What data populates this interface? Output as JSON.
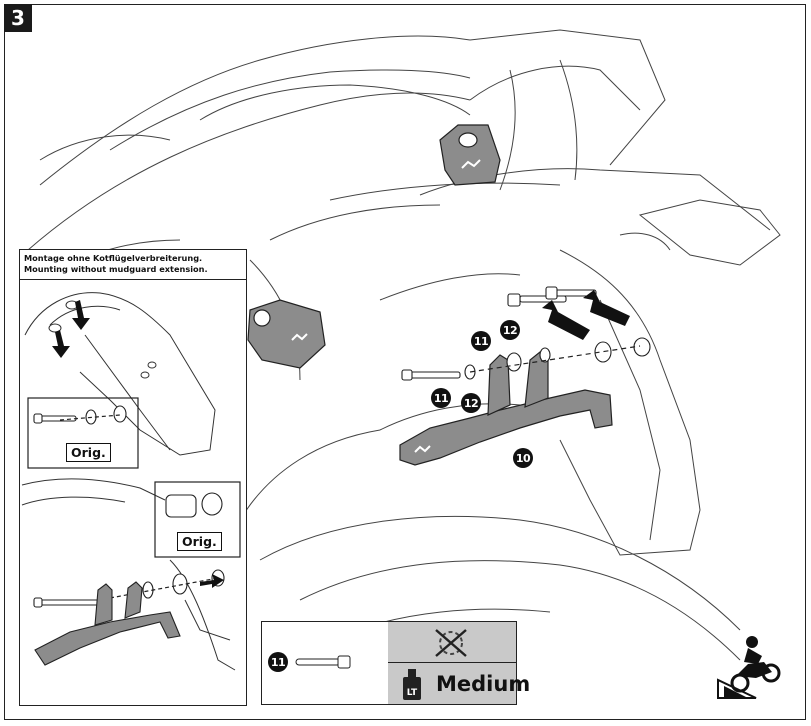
{
  "step": {
    "number": "3"
  },
  "inset": {
    "caption_de": "Montage ohne Kotflügelverbreiterung.",
    "caption_en": "Mounting without mudguard extension.",
    "orig_label_1": "Orig.",
    "orig_label_2": "Orig."
  },
  "part_numbers": {
    "bolt": "11",
    "washer": "12",
    "bracket": "10"
  },
  "hardware_legend": {
    "part": "11",
    "threadlocker_label": "Medium",
    "threadlocker_tube_text": "LT",
    "icons": [
      "no-impact-wrench-icon",
      "threadlocker-icon",
      "motorcycle-icon"
    ]
  },
  "colors": {
    "line": "#222222",
    "part_fill": "#8c8c8c",
    "legend_fill": "#c9c9c9",
    "badge": "#1a1a1a"
  }
}
